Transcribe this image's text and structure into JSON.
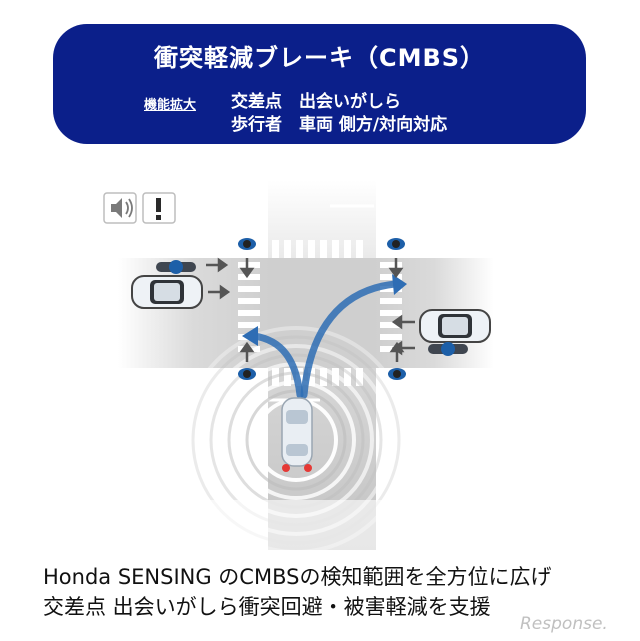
{
  "banner": {
    "title": "衝突軽減ブレーキ（CMBS）",
    "tag": "機能拡大",
    "line1": "交差点　出会いがしら",
    "line2": "歩行者　車両 側方/対向対応"
  },
  "icons": [
    "speaker-icon",
    "exclamation-icon"
  ],
  "caption": {
    "line1": "Honda SENSING のCMBSの検知範囲を全方位に広げ",
    "line2": "交差点 出会いがしら衝突回避・被害軽減を支援"
  },
  "watermark": "Response.",
  "colors": {
    "banner": "#0b1f8a",
    "arrow": "#2e6db4",
    "pedestrian": "#1d5fa8"
  }
}
